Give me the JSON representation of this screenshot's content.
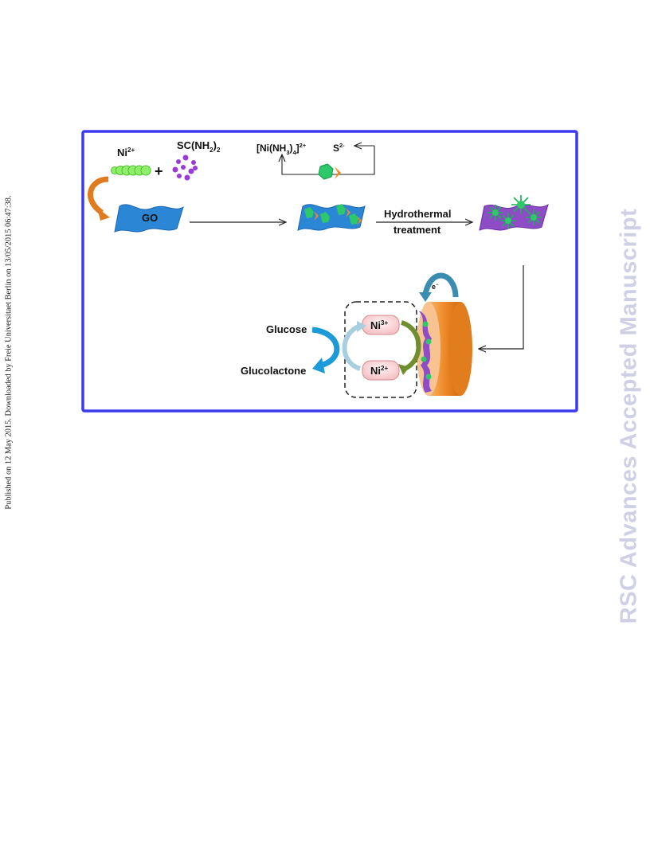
{
  "sidebar": {
    "published_note": "Published on 12 May 2015. Downloaded by Freie Universitaet Berlin on 13/05/2015 06:47:38."
  },
  "watermark": {
    "text": "RSC Advances Accepted Manuscript"
  },
  "scheme": {
    "frame_color": "#3a3af0",
    "ni_ion": {
      "base": "Ni",
      "charge": "2+"
    },
    "thiourea": {
      "base": "SC(NH",
      "sub": "2",
      "close": ")",
      "sub2": "2"
    },
    "plus": "+",
    "complex": {
      "p1": "[Ni(NH",
      "s1": "3",
      "p2": ")",
      "s2": "4",
      "p3": "]",
      "sup": "2+"
    },
    "sulfide": {
      "base": "S",
      "charge": "2-"
    },
    "go_label": "GO",
    "step_label_1": "Hydrothermal",
    "step_label_2": "treatment",
    "electron": "e",
    "ni3": {
      "base": "Ni",
      "charge": "3+"
    },
    "ni2": {
      "base": "Ni",
      "charge": "2+"
    },
    "glucose": "Glucose",
    "glucolactone": "Glucolactone"
  }
}
